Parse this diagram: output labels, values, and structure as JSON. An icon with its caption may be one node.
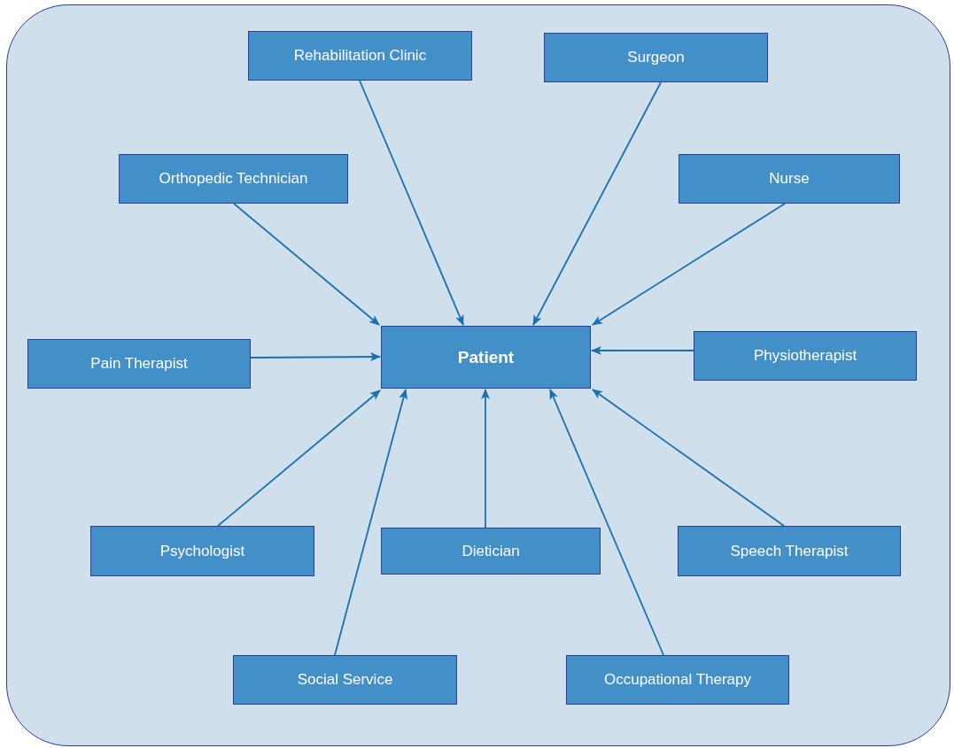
{
  "diagram": {
    "nodes": [
      {
        "text": [],
        "shape": "box"
      },
      {
        "text": [
          "Rehabilitation Clinic"
        ],
        "in": 0
      },
      {
        "text": [
          "Surgeon"
        ],
        "in": 0
      },
      {
        "text": [
          "Orthopedic Technician"
        ],
        "in": 0
      },
      {
        "text": [
          "Nurse"
        ],
        "in": 0
      },
      {
        "text": [
          "Pain Therapist"
        ],
        "in": 0
      },
      {
        "text": [
          "Patient"
        ],
        "in": 0
      },
      {
        "text": [
          "Physiotherapist"
        ],
        "in": 0
      },
      {
        "text": [
          "Psychologist"
        ],
        "in": 0
      },
      {
        "text": [
          "Dietician"
        ],
        "in": 0
      },
      {
        "text": [
          "Speech Therapist"
        ],
        "in": 0
      },
      {
        "text": [
          "Social Service"
        ],
        "in": 0
      },
      {
        "text": [
          "Occupational Therapy"
        ],
        "in": 0
      }
    ],
    "edges": [
      {
        "from": 1,
        "to": 6,
        "arrow": "to"
      },
      {
        "from": 2,
        "to": 6,
        "arrow": "to"
      },
      {
        "from": 3,
        "to": 6,
        "arrow": "to"
      },
      {
        "from": 4,
        "to": 6,
        "arrow": "to"
      },
      {
        "from": 5,
        "to": 6,
        "arrow": "to"
      },
      {
        "from": 7,
        "to": 6,
        "arrow": "to"
      },
      {
        "from": 8,
        "to": 6,
        "arrow": "to"
      },
      {
        "from": 9,
        "to": 6,
        "arrow": "to"
      },
      {
        "from": 10,
        "to": 6,
        "arrow": "to"
      },
      {
        "from": 11,
        "to": 6,
        "arrow": "to"
      },
      {
        "from": 12,
        "to": 6,
        "arrow": "to"
      }
    ]
  }
}
